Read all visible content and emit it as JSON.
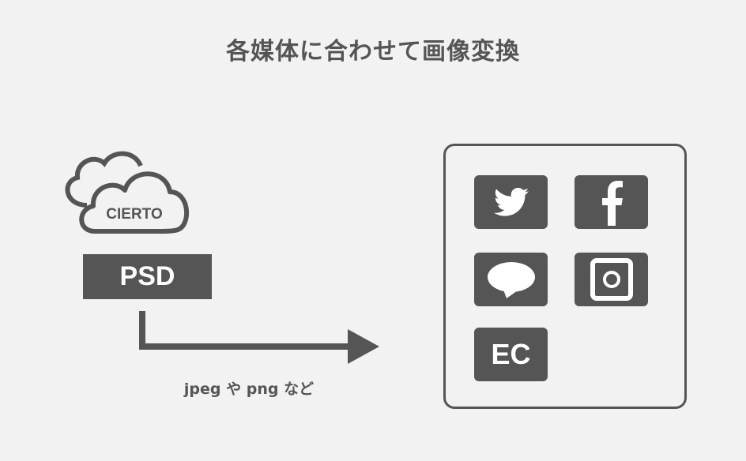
{
  "title": "各媒体に合わせて画像変換",
  "source": {
    "cloud_label": "CIERTO",
    "file_label": "PSD"
  },
  "conversion_label": "jpeg や png など",
  "targets": [
    {
      "icon": "twitter-icon"
    },
    {
      "icon": "facebook-icon"
    },
    {
      "icon": "line-icon"
    },
    {
      "icon": "instagram-icon"
    },
    {
      "icon": "ec-icon",
      "label": "EC"
    }
  ],
  "colors": {
    "background": "#f2f2f2",
    "foreground": "#555555"
  }
}
